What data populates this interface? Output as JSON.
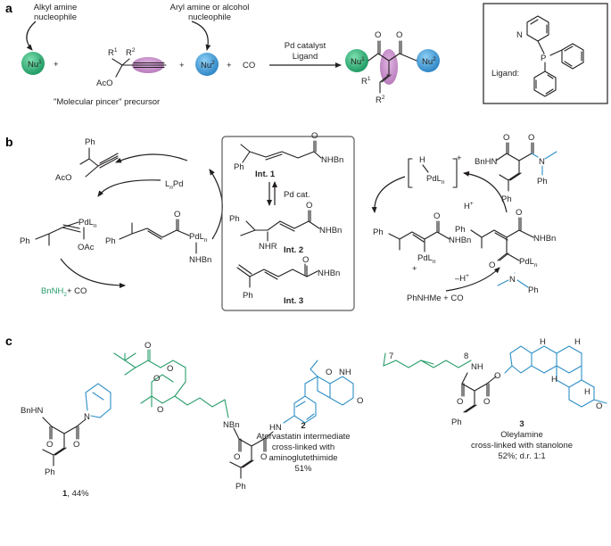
{
  "panels": {
    "a": "a",
    "b": "b",
    "c": "c"
  },
  "a": {
    "alkyl_label_1": "Alkyl amine",
    "alkyl_label_2": "nucleophile",
    "aryl_label_1": "Aryl amine or alcohol",
    "aryl_label_2": "nucleophile",
    "nu1": "Nu",
    "nu1_sup": "1",
    "nu2": "Nu",
    "nu2_sup": "2",
    "plus": "+",
    "co": "CO",
    "r1": "R",
    "r1_sup": "1",
    "r2": "R",
    "r2_sup": "2",
    "aco": "AcO",
    "precursor": "\"Molecular pincer\" precursor",
    "catalyst_1": "Pd catalyst",
    "catalyst_2": "Ligand",
    "o": "O",
    "ligand_label": "Ligand:",
    "n": "N",
    "p": "P"
  },
  "b": {
    "ph": "Ph",
    "aco": "AcO",
    "lnpd": "L",
    "lnpd_sub": "n",
    "lnpd_pd": "Pd",
    "pdln": "PdL",
    "pdln_sub": "n",
    "oac": "OAc",
    "bnnh2": "BnNH",
    "bnnh2_sub": "2",
    "bnnh2_co": "+ CO",
    "nhbn": "NHBn",
    "o": "O",
    "int1": "Int. 1",
    "int2": "Int. 2",
    "int3": "Int. 3",
    "pdcat": "Pd cat.",
    "nhr": "NHR",
    "h": "H",
    "hplus": "H",
    "plus": "+",
    "minus_h": "–H",
    "bnhn": "BnHN",
    "n": "N",
    "phnhme": "PhNHMe + CO"
  },
  "c": {
    "bnhn": "BnHN",
    "c1_num": "1",
    "c1_yield": ", 44%",
    "c2_num": "2",
    "c2_l1": "Atorvastatin intermediate",
    "c2_l2": "cross-linked with",
    "c2_l3": "aminoglutethimide",
    "c2_l4": "51%",
    "c3_num": "3",
    "c3_l1": "Oleylamine",
    "c3_l2": "cross-linked with stanolone",
    "c3_l3": "52%; d.r. 1:1",
    "ph": "Ph",
    "nbn": "NBn",
    "hn": "HN",
    "nh": "NH",
    "o": "O",
    "n": "N",
    "h": "H",
    "sub7": "7",
    "sub8": "8"
  },
  "colors": {
    "green": "#2a9d6b",
    "blue": "#2e8fc6",
    "purple": "#c690c8",
    "black": "#231f20"
  }
}
